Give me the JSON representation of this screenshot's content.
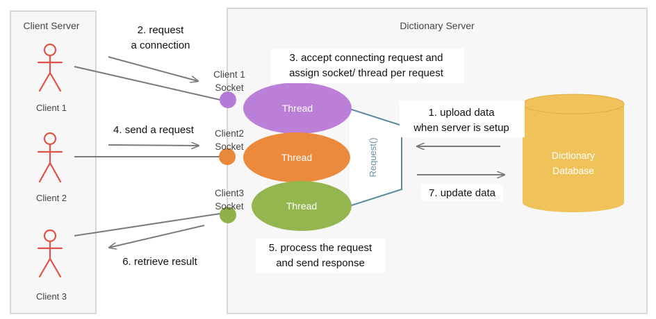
{
  "panels": {
    "client_title": "Client Server",
    "server_title": "Dictionary Server"
  },
  "clients": [
    {
      "label": "Client 1"
    },
    {
      "label": "Client 2"
    },
    {
      "label": "Client 3"
    }
  ],
  "sockets": [
    {
      "line1": "Client 1",
      "line2": "Socket",
      "color": "#b57ad6"
    },
    {
      "line1": "Client2",
      "line2": "Socket",
      "color": "#e8883a"
    },
    {
      "line1": "Client3",
      "line2": "Socket",
      "color": "#8fb04a"
    }
  ],
  "threads": [
    {
      "label": "Thread",
      "color": "#bb7fd8"
    },
    {
      "label": "Thread",
      "color": "#eb8a3c"
    },
    {
      "label": "Thread",
      "color": "#94b64e"
    }
  ],
  "request_box_label": "Request()",
  "database": {
    "line1": "Dictionary",
    "line2": "Database",
    "color": "#f0c35a"
  },
  "steps": {
    "s1_line1": "1. upload data",
    "s1_line2": "when server is setup",
    "s2_line1": "2. request",
    "s2_line2": "a connection",
    "s3_line1": "3. accept connecting request and",
    "s3_line2": "assign socket/ thread per request",
    "s4": "4. send a request",
    "s5_line1": "5. process the request",
    "s5_line2": "and send response",
    "s6": "6. retrieve result",
    "s7": "7. update data"
  },
  "colors": {
    "figure": "#e0514a",
    "panel_border": "#cccccc",
    "panel_bg": "#f7f7f7",
    "line": "#7a7a7a",
    "request_border": "#5b8a9e"
  }
}
